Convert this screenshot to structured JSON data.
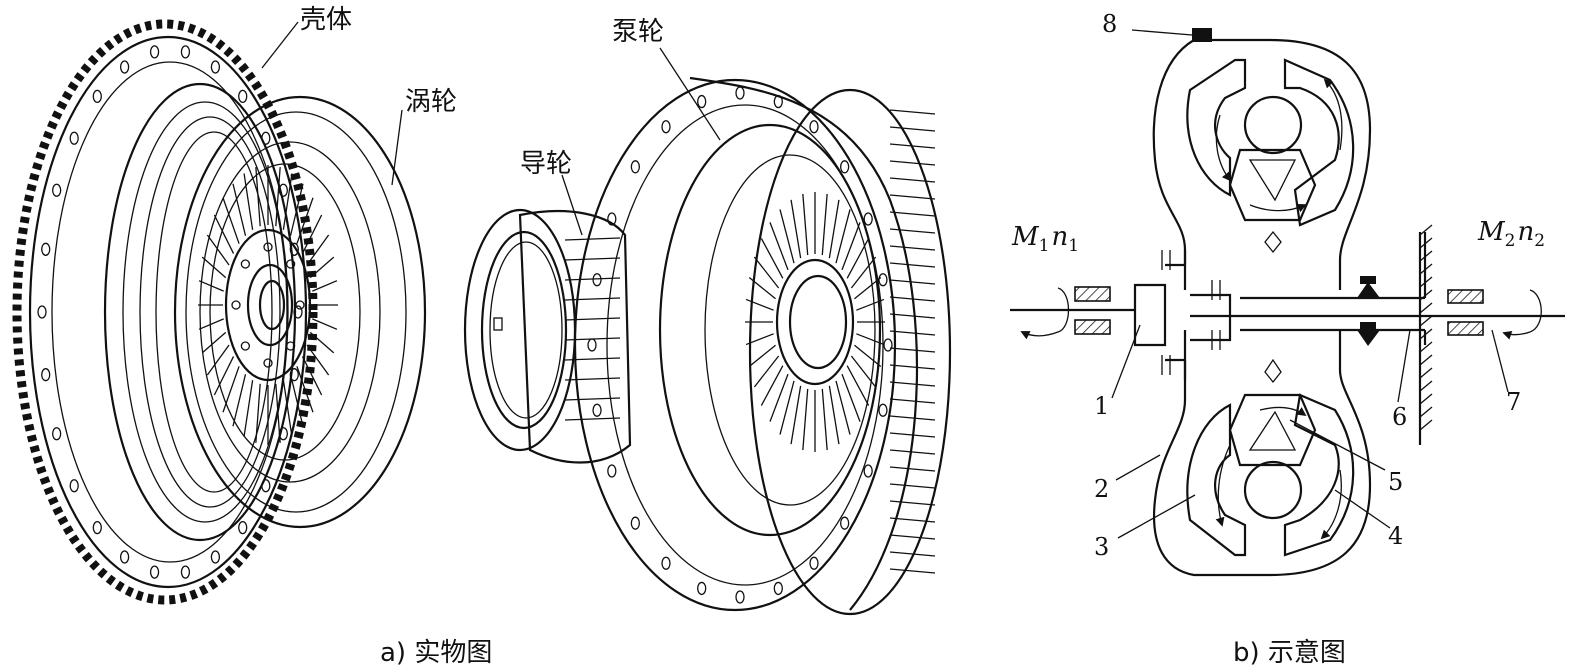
{
  "panel_a": {
    "labels": {
      "housing": "壳体",
      "turbine": "涡轮",
      "stator": "导轮",
      "pump": "泵轮"
    },
    "caption": "a) 实物图"
  },
  "panel_b": {
    "numbers": [
      "1",
      "2",
      "3",
      "4",
      "5",
      "6",
      "7",
      "8"
    ],
    "input_M": "M",
    "input_M_sub": "1",
    "input_n": "n",
    "input_n_sub": "1",
    "output_M": "M",
    "output_M_sub": "2",
    "output_n": "n",
    "output_n_sub": "2",
    "caption": "b) 示意图"
  }
}
